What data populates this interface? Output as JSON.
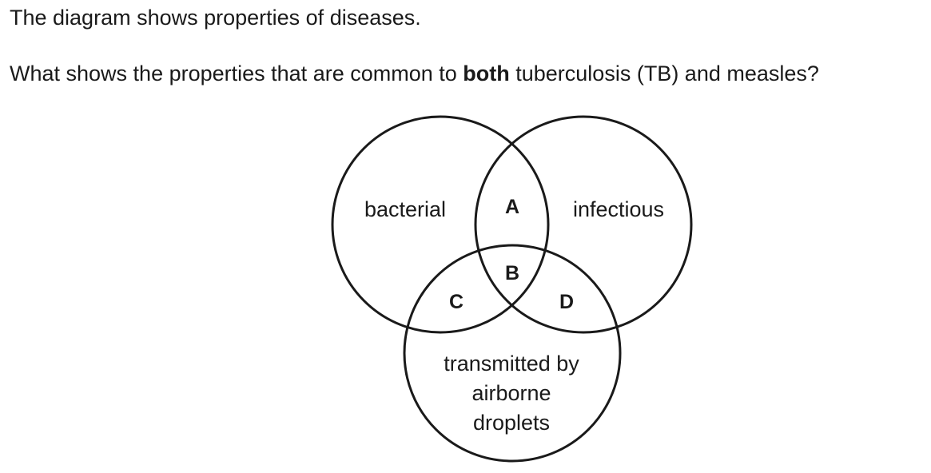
{
  "question": {
    "intro": "The diagram shows properties of diseases.",
    "prefix": "What shows the properties that are common to ",
    "emphasis": "both",
    "suffix": " tuberculosis (TB) and measles?"
  },
  "diagram": {
    "sets": {
      "bacterial": "bacterial",
      "infectious": "infectious",
      "airborne": [
        "transmitted by",
        "airborne",
        "droplets"
      ]
    },
    "regions": {
      "a": "A",
      "b": "B",
      "c": "C",
      "d": "D"
    },
    "stroke_color": "#1a1a1a"
  }
}
